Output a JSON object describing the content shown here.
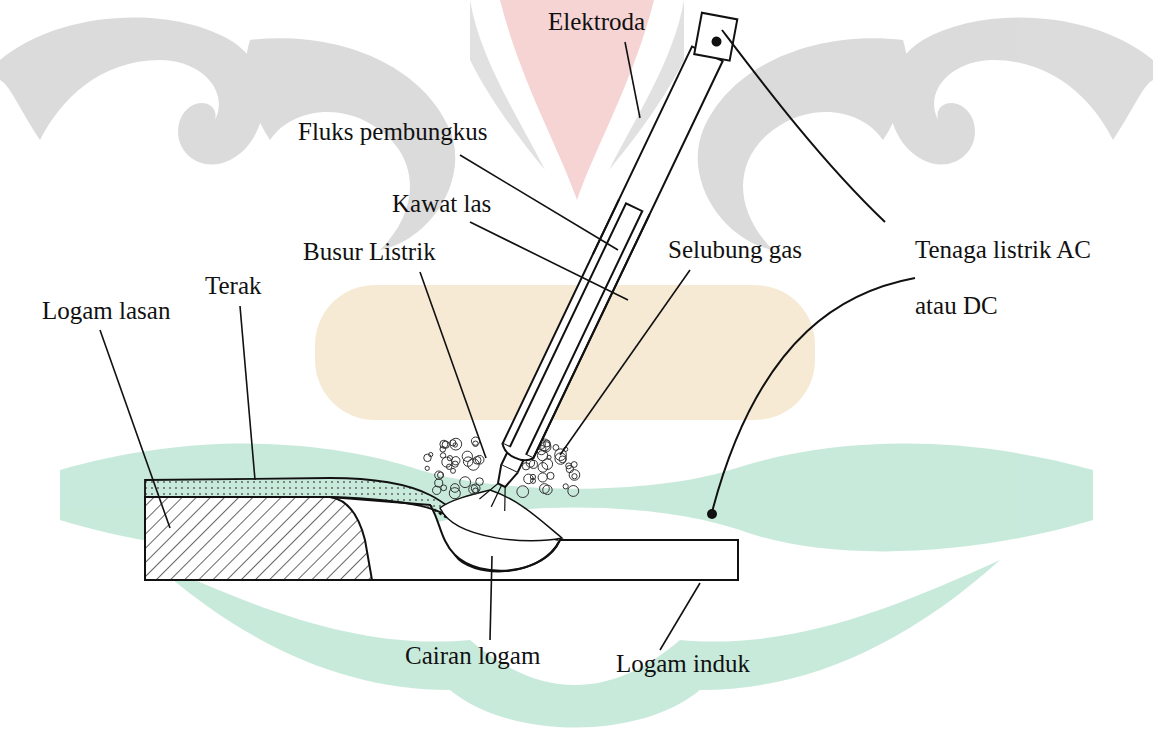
{
  "diagram": {
    "labels": [
      "Elektroda",
      "Fluks pembungkus",
      "Kawat las",
      "Busur Listrik",
      "Tenaga listrik AC atau DC",
      "Selubung gas",
      "Terak",
      "Logam lasan",
      "Cairan logam",
      "Logam induk"
    ]
  }
}
